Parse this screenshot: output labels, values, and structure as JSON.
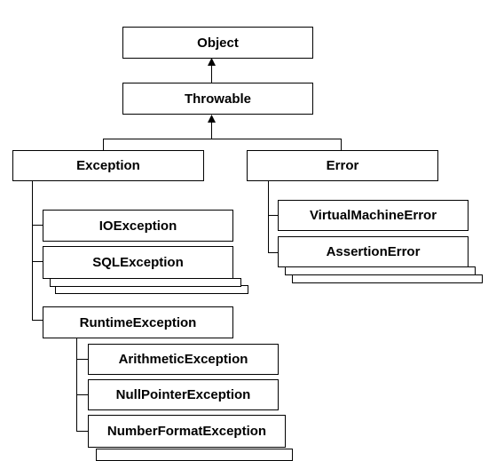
{
  "diagram": {
    "nodes": {
      "object": "Object",
      "throwable": "Throwable",
      "exception": "Exception",
      "error": "Error",
      "io_exception": "IOException",
      "sql_exception": "SQLException",
      "runtime_exception": "RuntimeException",
      "arithmetic_exception": "ArithmeticException",
      "null_pointer_exception": "NullPointerException",
      "number_format_exception": "NumberFormatException",
      "virtual_machine_error": "VirtualMachineError",
      "assertion_error": "AssertionError"
    },
    "edges": [
      {
        "from": "throwable",
        "to": "object"
      },
      {
        "from": "exception",
        "to": "throwable"
      },
      {
        "from": "error",
        "to": "throwable"
      },
      {
        "from": "io_exception",
        "to": "exception"
      },
      {
        "from": "sql_exception",
        "to": "exception"
      },
      {
        "from": "runtime_exception",
        "to": "exception"
      },
      {
        "from": "arithmetic_exception",
        "to": "runtime_exception"
      },
      {
        "from": "null_pointer_exception",
        "to": "runtime_exception"
      },
      {
        "from": "number_format_exception",
        "to": "runtime_exception"
      },
      {
        "from": "virtual_machine_error",
        "to": "error"
      },
      {
        "from": "assertion_error",
        "to": "error"
      }
    ],
    "colors": {
      "stroke": "#000000",
      "fill": "#ffffff",
      "text": "#000000"
    }
  }
}
